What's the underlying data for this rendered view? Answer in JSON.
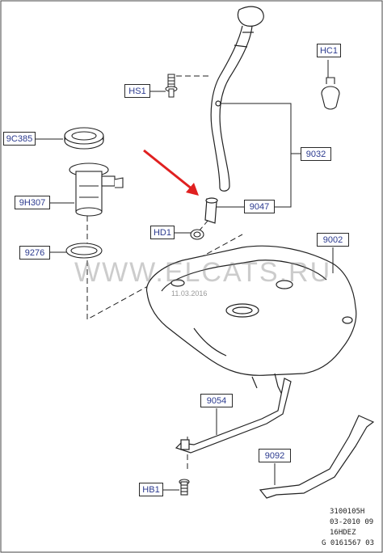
{
  "callouts": {
    "hc1": "HC1",
    "hs1": "HS1",
    "c9c385": "9C385",
    "c9032": "9032",
    "c9h307": "9H307",
    "c9047": "9047",
    "hd1": "HD1",
    "c9002": "9002",
    "c9276": "9276",
    "c9054": "9054",
    "c9092": "9092",
    "hb1": "HB1"
  },
  "watermark": {
    "site": "WWW.ELCATS.RU",
    "date": "11.03.2016"
  },
  "reference": {
    "line1": "3100105H",
    "line2": "03-2010 09",
    "line3": "16HDEZ",
    "line4": "G 0161567 03"
  },
  "colors": {
    "callout_text": "#2b3a8f",
    "arrow": "#e02020",
    "line": "#222222"
  }
}
